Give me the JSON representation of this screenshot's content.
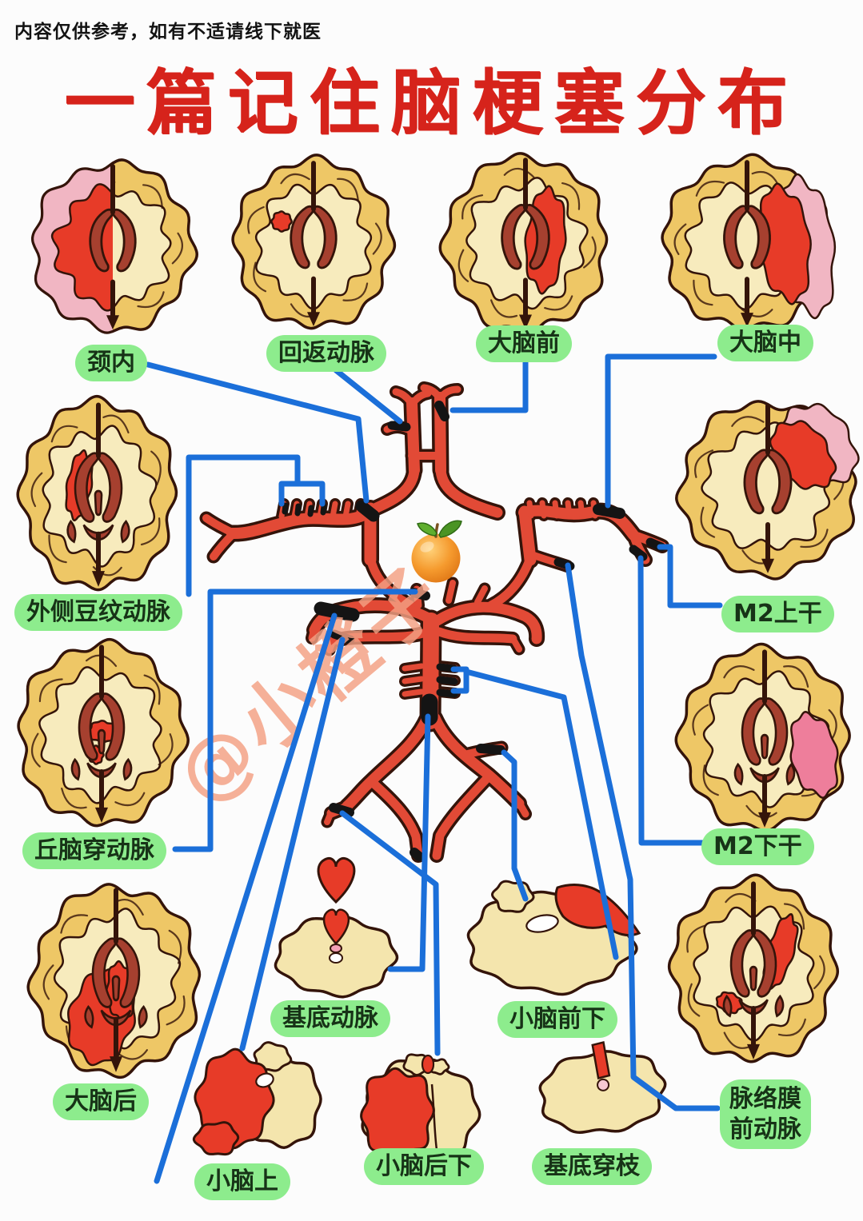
{
  "page": {
    "disclaimer": "内容仅供参考，如有不适请线下就医",
    "title": "一篇记住脑梗塞分布",
    "watermark": "@小橙子"
  },
  "colors": {
    "title_red": "#d6231b",
    "label_bg": "#8dec8d",
    "label_text": "#173317",
    "connector_blue": "#1b6fd9",
    "artery_red": "#e24a36",
    "artery_outline": "#34140a",
    "cortex": "#eec766",
    "cortex_inner": "#f7ebbd",
    "ventricle": "#a6402f",
    "infarct_red": "#e73b28",
    "infarct_pink": "#f1b6c3",
    "infarct_deep_pink": "#ee7e9b",
    "slice_cream": "#f4e5ad",
    "clot_black": "#141414",
    "watermark_orange": "#f4a083"
  },
  "icons": {
    "orange_mascot": "orange-fruit-icon",
    "heart": "heart-icon"
  },
  "labels": [
    {
      "id": "internal-carotid",
      "text": "颈内"
    },
    {
      "id": "recurrent-artery",
      "text": "回返动脉"
    },
    {
      "id": "anterior-cerebral",
      "text": "大脑前"
    },
    {
      "id": "middle-cerebral",
      "text": "大脑中"
    },
    {
      "id": "lateral-lenticulostriate",
      "text": "外侧豆纹动脉"
    },
    {
      "id": "m2-superior-trunk",
      "text": "M2上干"
    },
    {
      "id": "thalamoperforating",
      "text": "丘脑穿动脉"
    },
    {
      "id": "m2-inferior-trunk",
      "text": "M2下干"
    },
    {
      "id": "posterior-cerebral",
      "text": "大脑后"
    },
    {
      "id": "basilar-artery",
      "text": "基底动脉"
    },
    {
      "id": "aica",
      "text": "小脑前下"
    },
    {
      "id": "superior-cerebellar",
      "text": "小脑上"
    },
    {
      "id": "pica",
      "text": "小脑后下"
    },
    {
      "id": "basilar-perforators",
      "text": "基底穿枝"
    },
    {
      "id": "anterior-choroidal",
      "text": "脉络膜前动脉",
      "line1": "脉络膜",
      "line2": "前动脉"
    }
  ]
}
